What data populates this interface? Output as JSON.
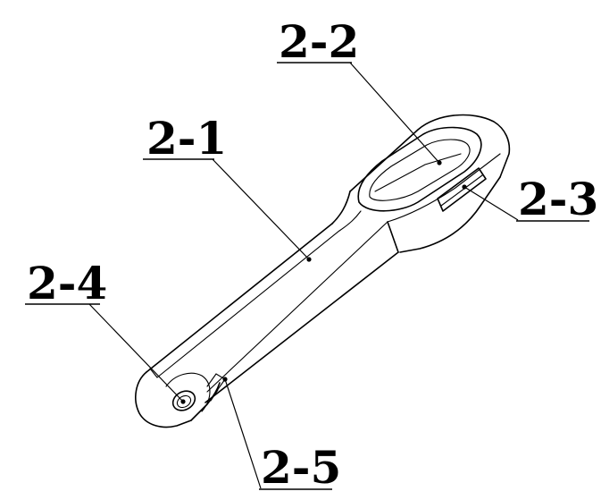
{
  "labels": {
    "l21": "2-1",
    "l22": "2-2",
    "l23": "2-3",
    "l24": "2-4",
    "l25": "2-5"
  }
}
